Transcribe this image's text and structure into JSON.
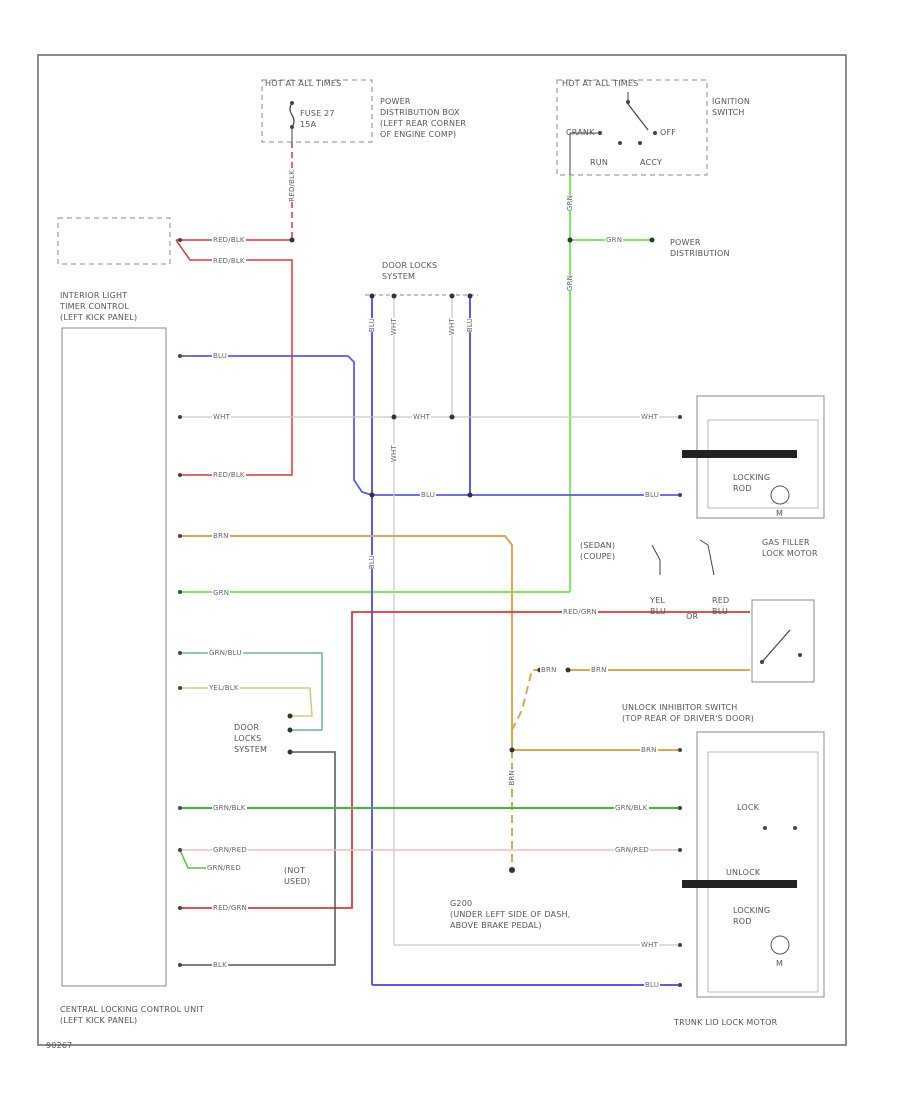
{
  "colors": {
    "red": "#e0343a",
    "pink": "#e8a0a6",
    "blue": "#5a5af0",
    "green": "#7cec5a",
    "darkgreen": "#3bb83b",
    "orange": "#d8a850",
    "teal": "#6ab0b0",
    "gray": "#c8c8c8",
    "darkgray": "#555555",
    "border": "#666666"
  },
  "fuse": {
    "hot_label": "HOT AT ALL TIMES",
    "fuse_label": "FUSE 27\n15A",
    "pdb_label": "POWER\nDISTRIBUTION BOX\n(LEFT REAR CORNER\nOF ENGINE COMP)"
  },
  "ignition": {
    "hot_label": "HOT AT ALL TIMES",
    "title": "IGNITION\nSWITCH",
    "pos_crank": "CRANK",
    "pos_off": "OFF",
    "pos_run": "RUN",
    "pos_acc": "ACCY"
  },
  "power_distribution": "POWER\nDISTRIBUTION",
  "door_locks_top": "DOOR LOCKS\nSYSTEM",
  "interior_light": "INTERIOR LIGHT\nTIMER CONTROL\n(LEFT KICK PANEL)",
  "central_locking": "CENTRAL LOCKING CONTROL UNIT\n(LEFT KICK PANEL)",
  "door_locks_mid": "DOOR\nLOCKS\nSYSTEM",
  "not_used": "(NOT\nUSED)",
  "gas_filler": "GAS FILLER\nLOCK MOTOR",
  "sedan_coupe": "(SEDAN)\n(COUPE)",
  "unlock_switch": "UNLOCK INHIBITOR SWITCH\n(TOP REAR OF DRIVER'S DOOR)",
  "ground": "G200\n(UNDER LEFT SIDE OF DASH,\nABOVE BRAKE PEDAL)",
  "trunk_motor": "TRUNK LID LOCK MOTOR",
  "locking_rod": "LOCKING\nROD",
  "lock": "LOCK",
  "unlock": "UNLOCK",
  "motor_m": "M",
  "wires": {
    "red_blk": "RED/BLK",
    "grn": "GRN",
    "blu": "BLU",
    "wht": "WHT",
    "brn": "BRN",
    "grn_blu": "GRN/BLU",
    "yel_blk": "YEL/BLK",
    "grn_blk": "GRN/BLK",
    "grn_red": "GRN/RED",
    "red_grn": "RED/GRN",
    "blk": "BLK",
    "yel_blu": "YEL\nBLU",
    "red_blu": "RED\nBLU",
    "or": "OR"
  },
  "fig_id": "90267"
}
